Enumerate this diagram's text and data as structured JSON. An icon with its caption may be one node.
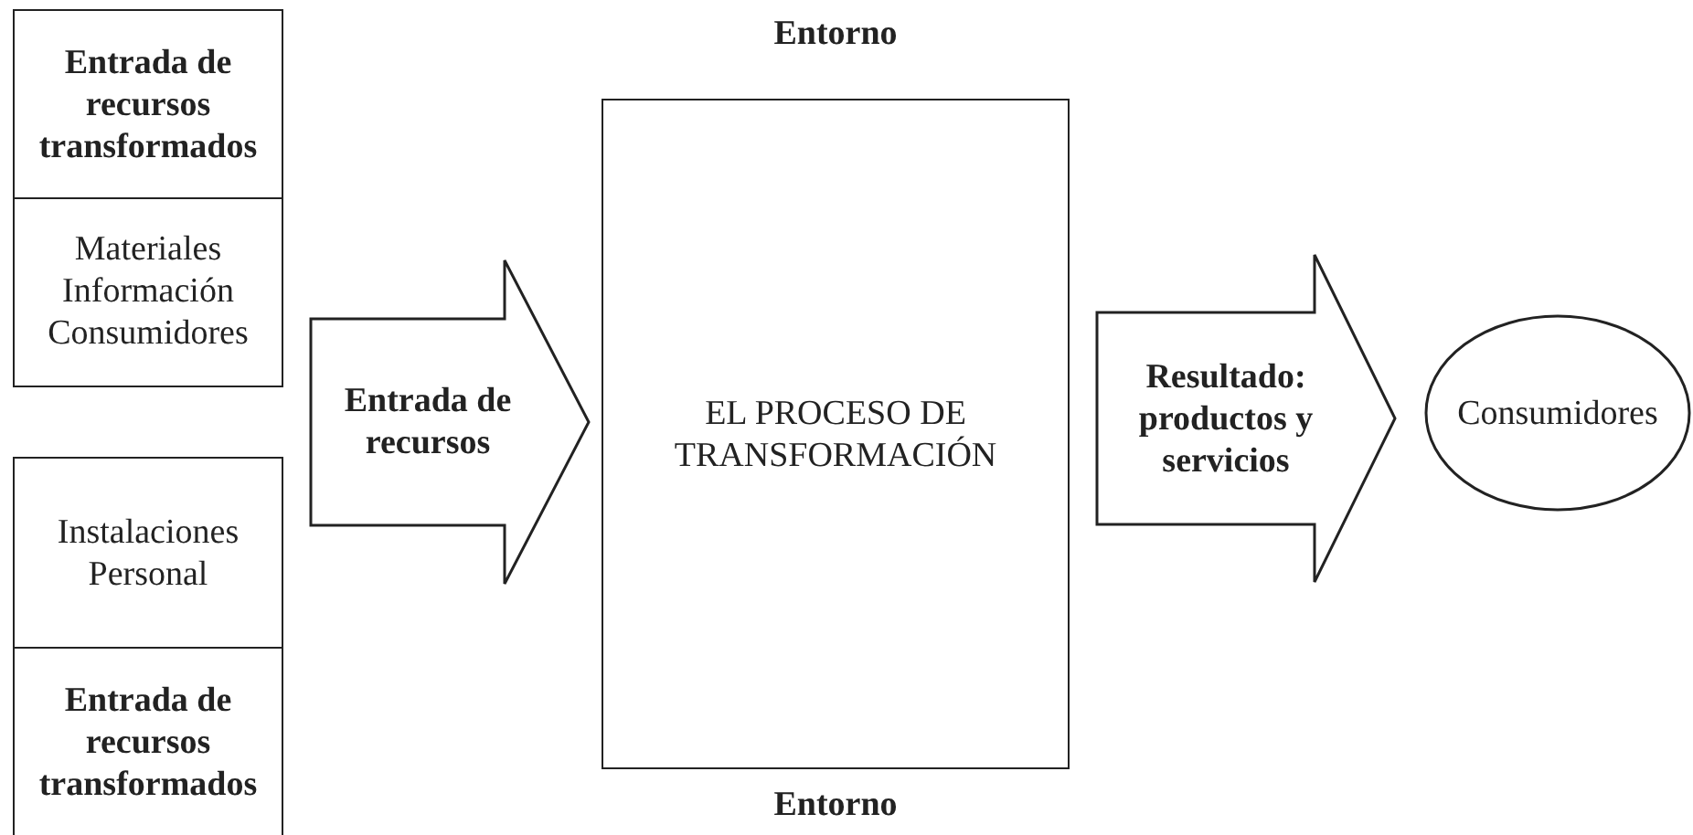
{
  "diagram": {
    "nodes": [
      {
        "text": [
          "Entrada de recursos transformados",
          "Materiales Información Consumidores"
        ]
      },
      {
        "text": [
          "Instalaciones Personal",
          "Entrada de recursos transformados"
        ]
      },
      {
        "text": [
          "EL PROCESO DE TRANSFORMACIÓN"
        ],
        "beside": [
          "Entorno",
          "Entorno"
        ]
      },
      {
        "text": [
          "Consumidores"
        ]
      }
    ],
    "edges": [
      {
        "from": 0,
        "to": 2,
        "arrow": "to",
        "label": "Entrada de recursos"
      },
      {
        "from": 1,
        "to": 2,
        "arrow": "to"
      },
      {
        "from": 2,
        "to": 3,
        "arrow": "to",
        "label": "Resultado: productos y servicios"
      }
    ]
  }
}
